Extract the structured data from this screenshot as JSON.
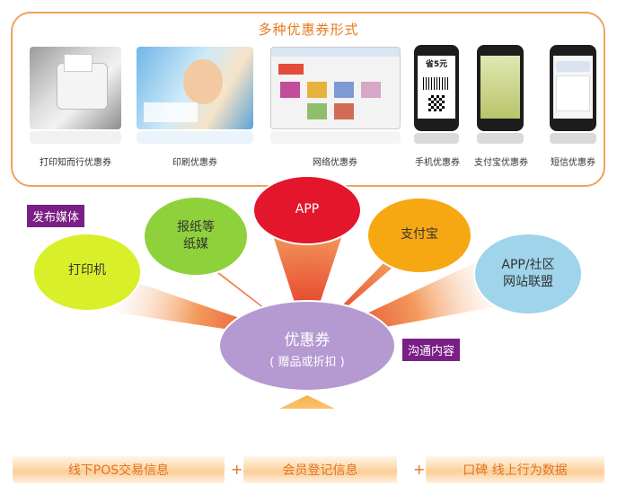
{
  "top_panel": {
    "title": "多种优惠券形式",
    "items": [
      {
        "label": "打印知而行优惠券"
      },
      {
        "label": "印刷优惠券"
      },
      {
        "label": "网络优惠券"
      },
      {
        "label": "手机优惠券"
      },
      {
        "label": "支付宝优惠券"
      },
      {
        "label": "短信优惠券"
      }
    ],
    "phone_screen_text": {
      "coupon": "省5元"
    }
  },
  "media_tag": "发布媒体",
  "content_tag": "沟通内容",
  "media": [
    {
      "line1": "打印机",
      "line2": "",
      "color": "#d8ef2a"
    },
    {
      "line1": "报纸等",
      "line2": "纸媒",
      "color": "#8fd13b"
    },
    {
      "line1": "APP",
      "line2": "",
      "color": "#e3162b"
    },
    {
      "line1": "支付宝",
      "line2": "",
      "color": "#f6a813"
    },
    {
      "line1": "APP/社区",
      "line2": "网站联盟",
      "color": "#9fd4ea"
    }
  ],
  "center": {
    "title": "优惠券",
    "subtitle": "( 赠品或折扣 )",
    "color": "#b49ad1"
  },
  "bottom": {
    "items": [
      {
        "label": "线下POS交易信息"
      },
      {
        "label": "会员登记信息"
      },
      {
        "label": "口碑 线上行为数据"
      }
    ],
    "plus": "+"
  }
}
